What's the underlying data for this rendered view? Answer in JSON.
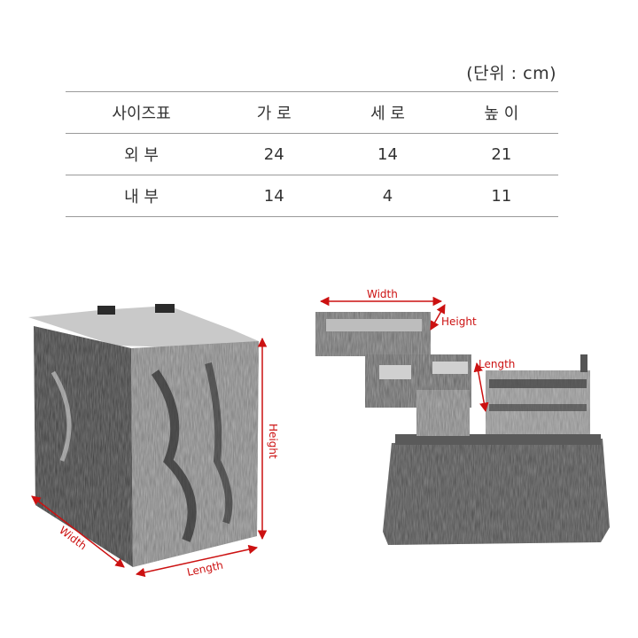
{
  "unit_note": "(단위 : cm)",
  "table": {
    "headers": [
      "사이즈표",
      "가 로",
      "세 로",
      "높 이"
    ],
    "rows": [
      {
        "label": "외 부",
        "values": [
          "24",
          "14",
          "21"
        ]
      },
      {
        "label": "내 부",
        "values": [
          "14",
          "4",
          "11"
        ]
      }
    ]
  },
  "diagram_left": {
    "height_label": "Height",
    "width_label": "Width",
    "length_label": "Length"
  },
  "diagram_right": {
    "width_label": "Width",
    "height_label": "Height",
    "length_label": "Length"
  },
  "colors": {
    "dimension_line": "#cc1111",
    "text": "#333333",
    "rule": "#9a9a9a"
  }
}
